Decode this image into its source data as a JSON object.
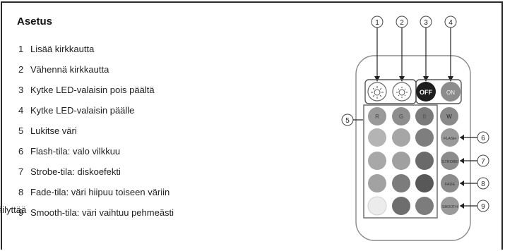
{
  "title": "Asetus",
  "items": [
    {
      "num": "1",
      "text": "Lisää kirkkautta"
    },
    {
      "num": "2",
      "text": "Vähennä kirkkautta"
    },
    {
      "num": "3",
      "text": "Kytke LED-valaisin pois päältä"
    },
    {
      "num": "4",
      "text": "Kytke LED-valaisin päälle"
    },
    {
      "num": "5",
      "text": "Lukitse väri"
    },
    {
      "num": "6",
      "text": "Flash-tila: valo vilkkuu"
    },
    {
      "num": "7",
      "text": "Strobe-tila: diskoefekti"
    },
    {
      "num": "8",
      "text": "Fade-tila: väri hiipuu toiseen väriin"
    },
    {
      "num": "9",
      "text": "Smooth-tila: väri vaihtuu pehmeästi"
    }
  ],
  "overlap_text": "äilyttää",
  "remote": {
    "callouts": [
      "1",
      "2",
      "3",
      "4",
      "5",
      "6",
      "7",
      "8",
      "9"
    ],
    "buttons": {
      "off": "OFF",
      "on": "ON",
      "r": "R",
      "g": "G",
      "b": "B",
      "w": "W",
      "flash": "FLASH",
      "strobe": "STROBE",
      "fade": "FADE",
      "smooth": "SMOOTH"
    },
    "colors": {
      "off_button": "#1e1e1e",
      "on_button": "#8c8c8c",
      "outline": "#6e6e6e"
    }
  }
}
